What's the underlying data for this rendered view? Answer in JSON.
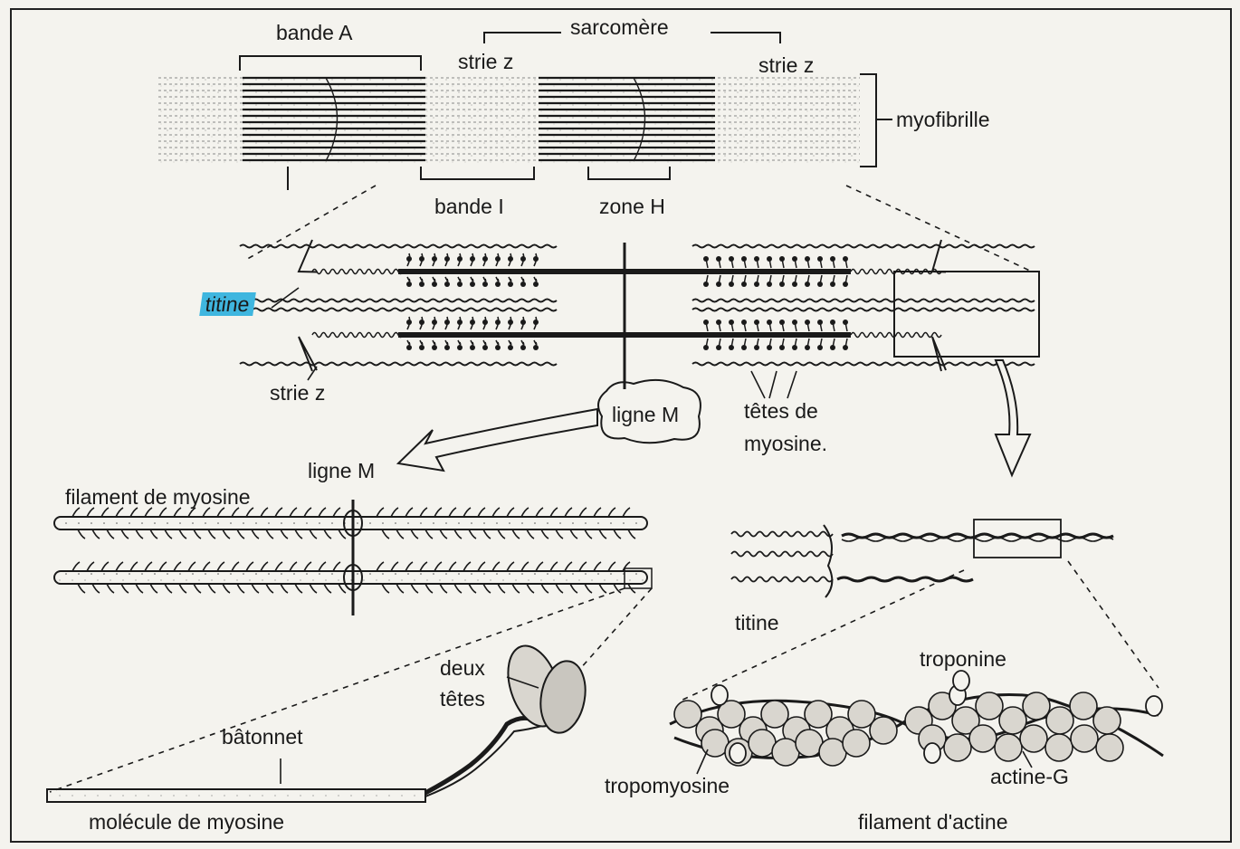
{
  "labels": {
    "bande_a": "bande A",
    "sarcomere": "sarcomère",
    "strie_z_top_left": "strie z",
    "strie_z_top_right": "strie z",
    "myofibrille": "myofibrille",
    "bande_i": "bande I",
    "zone_h": "zone H",
    "titine_top": "titine",
    "strie_z_middle": "strie z",
    "ligne_m_middle": "ligne M",
    "tetes_de_myosine_line1": "têtes de",
    "tetes_de_myosine_line2": "myosine.",
    "filament_de_myosine": "filament de myosine",
    "ligne_m_lower": "ligne M",
    "titine_lower": "titine",
    "deux_tetes_line1": "deux",
    "deux_tetes_line2": "têtes",
    "batonnet": "bâtonnet",
    "molecule_de_myosine": "molécule de myosine",
    "troponine": "troponine",
    "tropomyosine": "tropomyosine",
    "actine_g": "actine-G",
    "filament_d_actine": "filament d'actine"
  },
  "colors": {
    "ink": "#1a1a1a",
    "paper": "#f4f3ee",
    "titine_highlight": "#3fb6df",
    "globule_fill": "#d9d6cf"
  }
}
